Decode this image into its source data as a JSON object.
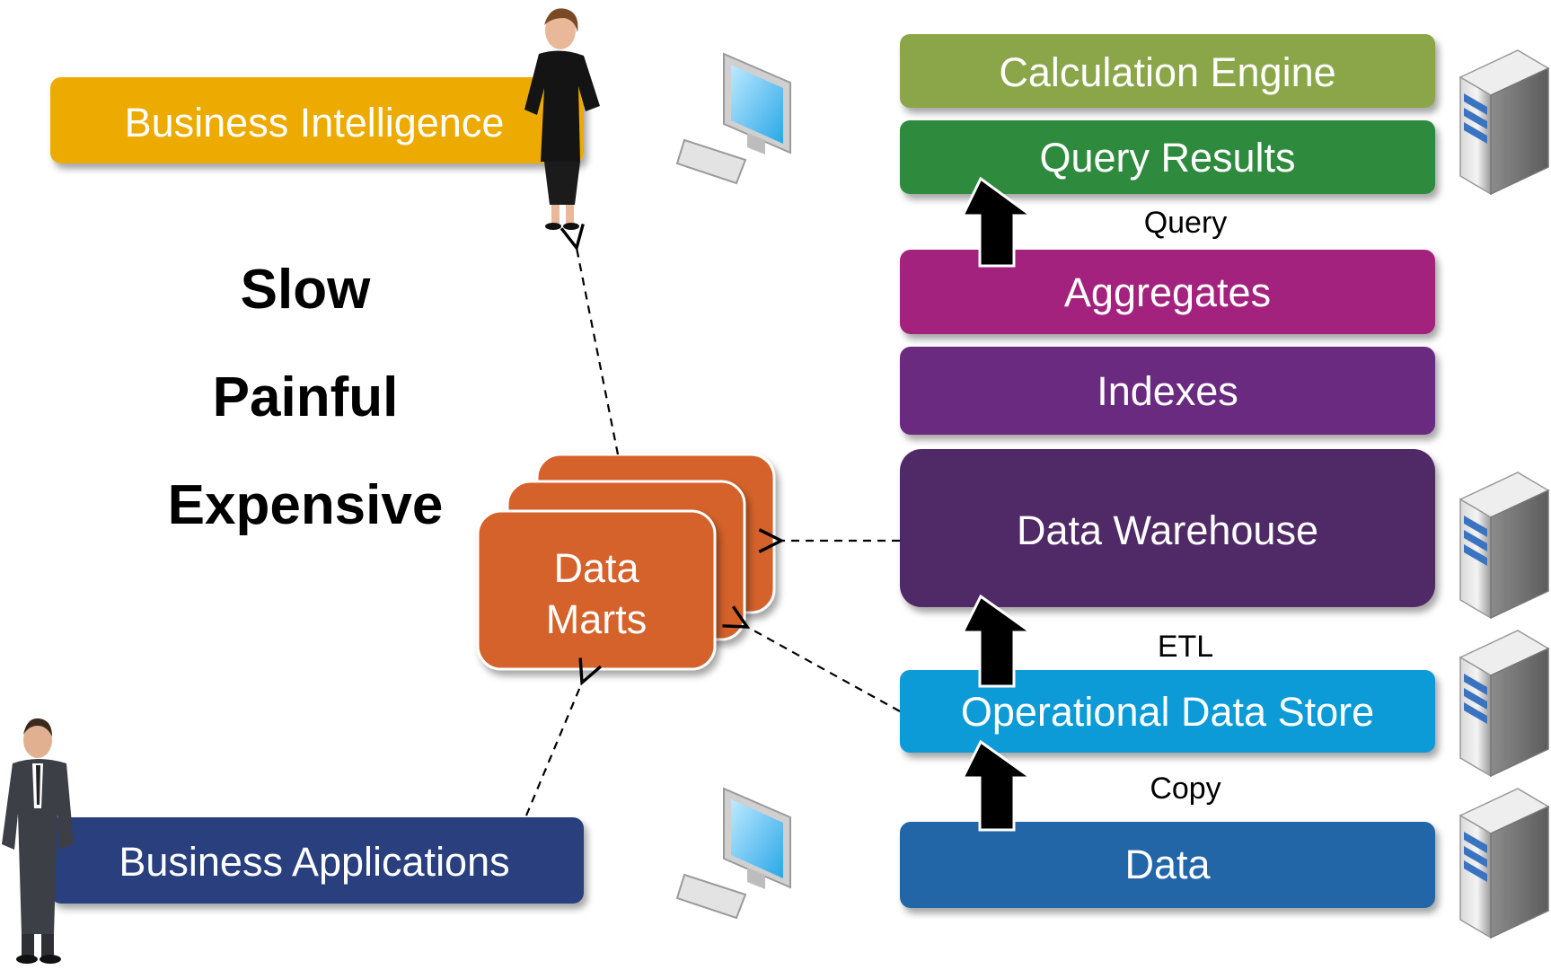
{
  "left": {
    "business_intelligence": "Business Intelligence",
    "business_applications": "Business Applications",
    "words": [
      "Slow",
      "Painful",
      "Expensive"
    ],
    "data_marts": [
      "Data",
      "Marts"
    ]
  },
  "stack": {
    "calculation_engine": "Calculation Engine",
    "query_results": "Query Results",
    "aggregates": "Aggregates",
    "indexes": "Indexes",
    "data_warehouse": "Data Warehouse",
    "operational_data_store": "Operational Data Store",
    "data": "Data"
  },
  "flow_labels": {
    "query": "Query",
    "etl": "ETL",
    "copy": "Copy"
  },
  "colors": {
    "business_intelligence": "#EDAA00",
    "business_applications": "#2B3F7E",
    "data_marts": "#D4622A",
    "calculation_engine": "#8AA64A",
    "query_results": "#2E8B3E",
    "aggregates": "#A2237E",
    "indexes": "#6B2A80",
    "data_warehouse": "#4F2A66",
    "operational_data_store": "#0B9BD8",
    "data": "#2066A8"
  }
}
